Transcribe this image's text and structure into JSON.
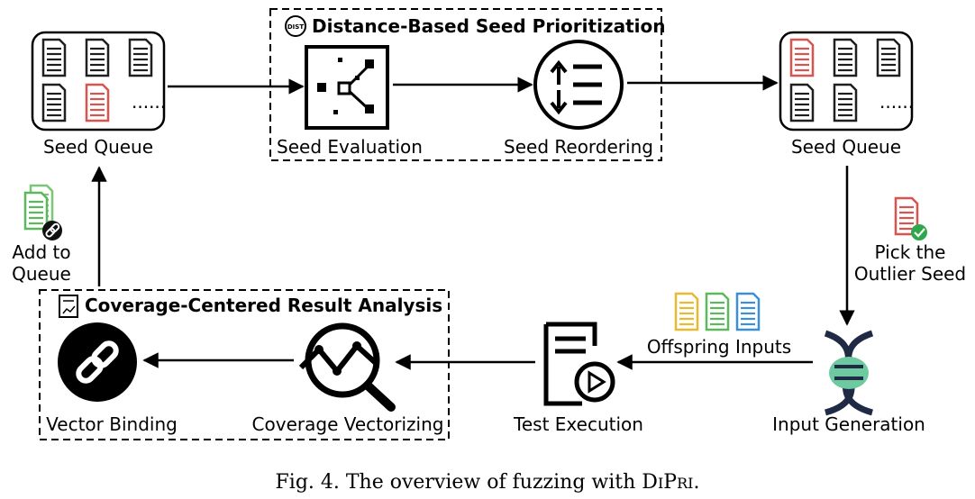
{
  "stage1": {
    "seed_queue_label": "Seed Queue",
    "dots": "......",
    "add_to_queue_line1": "Add to",
    "add_to_queue_line2": "Queue"
  },
  "prioritization": {
    "title": "Distance-Based Seed Prioritization",
    "icon_text": "DIST",
    "seed_evaluation": "Seed Evaluation",
    "seed_reordering": "Seed Reordering"
  },
  "stage2": {
    "seed_queue_label": "Seed Queue",
    "dots": "......",
    "pick_line1": "Pick the",
    "pick_line2": "Outlier Seed"
  },
  "generation": {
    "offspring_inputs": "Offspring Inputs",
    "input_generation": "Input Generation",
    "test_execution": "Test Execution"
  },
  "analysis": {
    "title": "Coverage-Centered Result Analysis",
    "coverage_vectorizing": "Coverage Vectorizing",
    "vector_binding": "Vector Binding"
  },
  "caption": {
    "prefix": "Fig. 4.  The overview of fuzzing with D",
    "smallcaps1": "I",
    "mid": "P",
    "smallcaps2": "RI",
    "suffix": "."
  },
  "colors": {
    "red_doc": "#d9534f",
    "green_doc": "#5cb85c",
    "yellow_doc": "#e8b931",
    "blue_doc": "#3b8fd9",
    "teal": "#6dc9a0",
    "dark": "#1f2a44"
  }
}
